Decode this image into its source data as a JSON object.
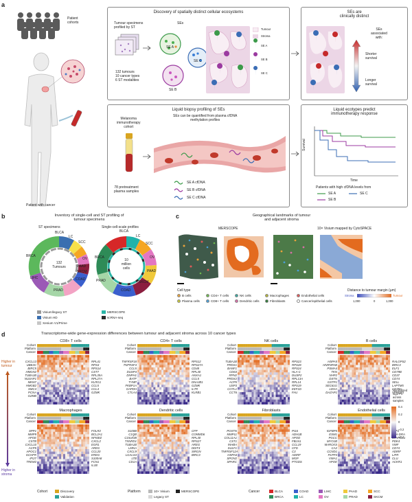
{
  "panel_a": {
    "letter": "a",
    "patient_cohorts": "Patient\ncohorts",
    "patient_with_cancer": "Patient with cancer",
    "discovery_title": "Discovery of spatially distinct cellular ecosystems",
    "tumour_specimens": "Tumour specimens\nprofiled by ST",
    "ses_label": "SEs",
    "specimen_stats": "132 tumours\n10 cancer types\n6 ST modalities",
    "se_a": "SE A",
    "se_b": "SE B",
    "se_c": "SE C",
    "legend_tumour": "Tumour",
    "legend_stroma": "Stroma",
    "legend_se_a": "SE A",
    "legend_se_b": "SE B",
    "legend_se_c": "SE C",
    "clinically_title": "SEs are\nclinically distinct",
    "ses_associated": "SEs\nassociated\nwith:",
    "shorter_survival": "Shorter\nsurvival",
    "longer_survival": "Longer\nsurvival",
    "liquid_title": "Liquid biopsy profiling of SEs",
    "melanoma_cohort": "Melanoma\nimmunotherapy\ncohort",
    "quantified_text": "SEs can be quantified from plasma cfDNA\nmethylation profiles",
    "pretreatment": "78 pretreatment\nplasma samples",
    "cfdna_a": "SE A cfDNA",
    "cfdna_b": "SE B cfDNA",
    "cfdna_c": "SE C cfDNA",
    "predict_title": "Liquid ecotypes predict\nimmunotherapy response",
    "survival_axis": "Survival",
    "time_axis": "Time",
    "high_levels": "Patients with high cfDNA levels from",
    "km_se_a": "SE A",
    "km_se_b": "SE B",
    "km_se_c": "SE C"
  },
  "panel_b": {
    "letter": "b",
    "title": "Inventory of single-cell and ST profiling of\ntumour specimens",
    "st_title": "ST specimens",
    "sc_title": "Single-cell-scale profiles",
    "st_center": "132\nTumours",
    "sc_center": "10\nmillion\ncells",
    "legend": [
      "Visium/legacy ST",
      "Visium HD",
      "Xenium V1/Prime",
      "MERSCOPE",
      "scRNA-seq"
    ],
    "legend_colors": [
      "#9a9a9a",
      "#3a6fb0",
      "#c6c6c6",
      "#2ab5a6",
      "#2a2a2a"
    ]
  },
  "panel_c": {
    "letter": "c",
    "title": "Geographical landmarks of tumour\nand adjacent stroma",
    "merscope": "MERSCOPE",
    "visium": "10× Visium mapped by CytoSPACE",
    "cell_type_title": "Cell type",
    "cell_types": [
      "B cells",
      "CD4+ T cells",
      "NK cells",
      "Macrophages",
      "Endothelial cells",
      "Plasma cells",
      "CD8+ T cells",
      "Dendritic cells",
      "Fibroblasts",
      "Cancer/epithelial cells"
    ],
    "cell_colors": [
      "#e8a23a",
      "#6fb94d",
      "#3aa8a0",
      "#b5b53a",
      "#e05a5a",
      "#c9c93a",
      "#4aa0d8",
      "#d86fa8",
      "#2f7a3a",
      "#ffffff"
    ],
    "distance_title": "Distance to tumour margin (µm)",
    "stroma": "Stroma",
    "tumour": "Tumour",
    "ticks": [
      "1,000",
      "0",
      "1,000"
    ]
  },
  "panel_d": {
    "letter": "d",
    "title": "Transcriptome-wide gene-expression differences between tumour and adjacent stroma across 10 cancer types",
    "higher_tumour": "Higher in\ntumour",
    "higher_stroma": "Higher in\nstroma",
    "row_labels": [
      "Cohort",
      "Platform",
      "Cancer"
    ],
    "heatmaps": [
      {
        "title": "CD8+ T cells",
        "left": [
          "CXCL13",
          "UBE2C",
          "BIRC5",
          "HMGN2",
          "TUBA1B",
          "NUSAP1",
          "MKI67",
          "HMGB2",
          "SMC4",
          "PCNA",
          "GZMB"
        ],
        "right": [
          "RPL41",
          "RPS3",
          "RPS14",
          "CST7",
          "RPL35A",
          "RPL27A",
          "KLRG1",
          "CCL5",
          "CCL4",
          "GZMK"
        ]
      },
      {
        "title": "CD4+ T cells",
        "left": [
          "TNFRSF18",
          "TNFRSF4",
          "CCL5",
          "DUSP4",
          "DNPH1",
          "BATF",
          "TYMP",
          "FKBP1A",
          "GAPDH",
          "CTLA4"
        ],
        "right": [
          "RPS12",
          "RPS27A",
          "CD48",
          "RPL30",
          "ANXA1",
          "CCL5",
          "DNAJB1",
          "GZMK",
          "IL7R",
          "KLRB1"
        ]
      },
      {
        "title": "NK cells",
        "left": [
          "TUBA1B",
          "PRDX1",
          "BANF1",
          "CD63",
          "RPN2",
          "PRDX2",
          "ACP5",
          "USP3",
          "COTL1",
          "CCT6"
        ],
        "right": [
          "RPS23",
          "RPS28",
          "RPS24",
          "HLA-C",
          "DUSP2",
          "RPL13A",
          "RPL14",
          "RPS19",
          "EEF1D",
          "FAU"
        ]
      },
      {
        "title": "B cells",
        "left": [
          "HSPA5",
          "HNRNPAB",
          "PSMA4",
          "TKN",
          "NHP2",
          "DSTN",
          "GSTP1",
          "SEC61G",
          "LDHA",
          "DAZAP1"
        ],
        "right": [
          "RALGPS2",
          "BIRC3",
          "ELF1",
          "CD79B",
          "CD37",
          "CD74",
          "SELL",
          "LAPTM5",
          "CD79A",
          "VPREB3"
        ]
      },
      {
        "title": "Macrophages",
        "left": [
          "SPP1",
          "MMP9",
          "APOE",
          "CSTB",
          "CXCL10",
          "ACP5",
          "APOC1",
          "GCHFR",
          "IFI27",
          "TREM2"
        ],
        "right": [
          "FOLR2",
          "BCL2A1",
          "NFKBIZ",
          "CXCL2",
          "EGR1",
          "AREG",
          "CCL20",
          "EREG",
          "S100A8",
          "FCN1",
          "IL1B"
        ]
      },
      {
        "title": "Dendritic cells",
        "left": [
          "S100B",
          "C1QB",
          "C15orf48",
          "TXNRD1",
          "TUBA1B",
          "LMNA",
          "CXCL9",
          "LGALS3",
          "LTB",
          "CD1A"
        ],
        "right": [
          "CFP",
          "COMMD6",
          "RPL30",
          "RPS27",
          "AREG",
          "DDIT4",
          "SIRGN",
          "BIRC3"
        ]
      },
      {
        "title": "Fibroblasts",
        "left": [
          "POSTN",
          "MMP11",
          "COL11A1",
          "CST1",
          "INHBA",
          "SULF1",
          "TNFRSF12A",
          "HSPA6",
          "SPON2",
          "SPARC"
        ],
        "right": [
          "PI16",
          "ADH1B",
          "APOD",
          "FBLN1",
          "CCL19",
          "CFD",
          "C3",
          "ADIRF",
          "MGP",
          "PTGDS"
        ]
      },
      {
        "title": "Endothelial cells",
        "left": [
          "IGFBP5",
          "ESM1",
          "PGCC",
          "MYO1B",
          "MARCKS",
          "CA2",
          "CCND1",
          "PLPP3",
          "VWA1",
          "APOE"
        ],
        "right": [
          "KLF2",
          "HLA-DRA",
          "SPARCL1",
          "PDK4",
          "VWF",
          "CD74",
          "ADIRF",
          "LIFR",
          "CLU",
          "ACKR1"
        ]
      }
    ],
    "colorbar_title": "Normalized\nlog2 FC\nacross\nsamples",
    "colorbar_ticks": [
      "0.4",
      "0.2",
      "0",
      "−0.2",
      "−0.4"
    ],
    "legend": {
      "cohort_label": "Cohort",
      "cohort_items": [
        "Discovery",
        "Validation"
      ],
      "cohort_colors": [
        "#d9a520",
        "#2aa198"
      ],
      "platform_label": "Platform",
      "platform_items": [
        "10× Visium",
        "Legacy ST",
        "MERSCOPE"
      ],
      "platform_colors": [
        "#b9b9b9",
        "#d8d8d8",
        "#222222"
      ],
      "cancer_label": "Cancer",
      "cancer_items": [
        "BLCA",
        "BRCA",
        "COAD",
        "LC",
        "LIHC",
        "OV",
        "PAAD",
        "PRAD",
        "SCC",
        "SKCM"
      ],
      "cancer_colors": [
        "#d62728",
        "#2e8b57",
        "#3a5fcd",
        "#20b2aa",
        "#9b59b6",
        "#e377c2",
        "#f0c93a",
        "#a5d6a7",
        "#f5a623",
        "#8b1e3f"
      ]
    }
  }
}
